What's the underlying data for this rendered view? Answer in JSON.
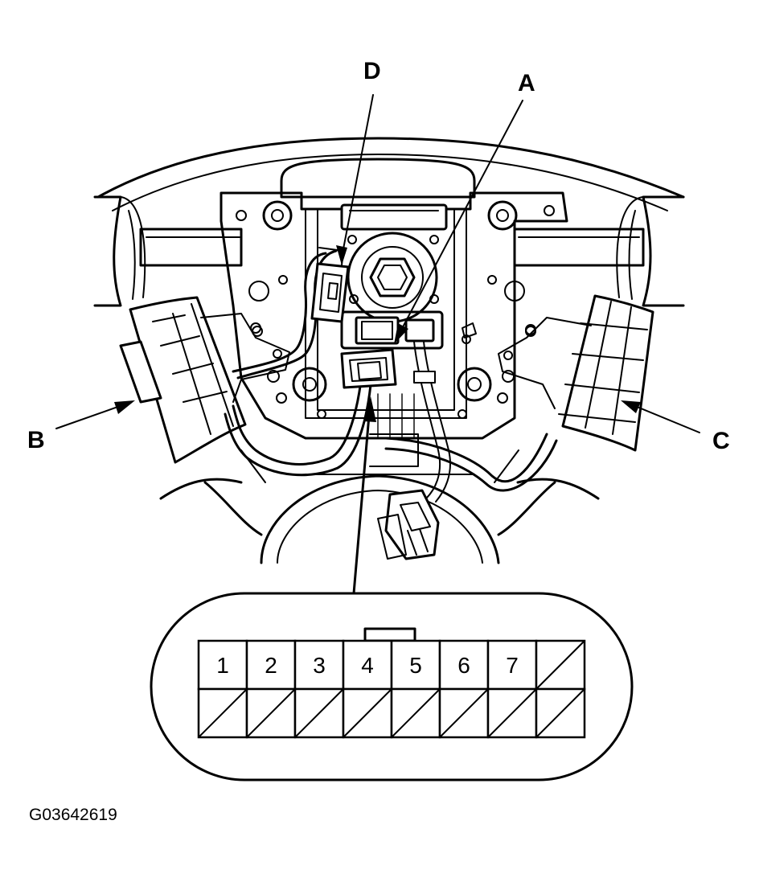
{
  "callouts": {
    "A": "A",
    "B": "B",
    "C": "C",
    "D": "D"
  },
  "connector": {
    "pins": [
      "1",
      "2",
      "3",
      "4",
      "5",
      "6",
      "7"
    ]
  },
  "figure_id": "G03642619"
}
